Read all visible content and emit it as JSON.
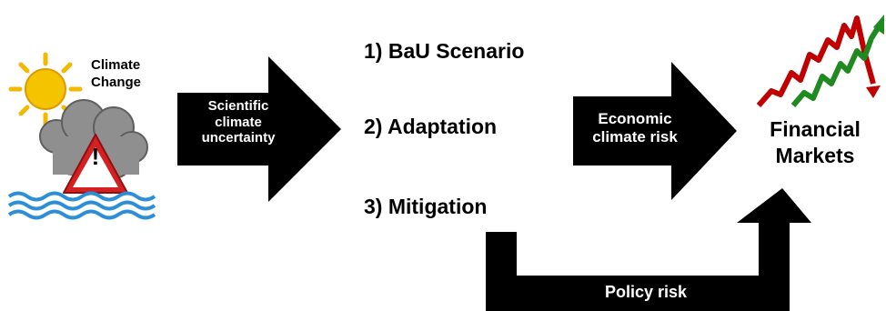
{
  "climate": {
    "label_line1": "Climate",
    "label_line2": "Change",
    "warning_mark": "!",
    "icons": [
      "sun-icon",
      "cloud-icon",
      "warning-triangle-icon",
      "water-waves-icon"
    ]
  },
  "arrows": {
    "scientific": {
      "line1": "Scientific",
      "line2": "climate",
      "line3": "uncertainty"
    },
    "economic": {
      "line1": "Economic",
      "line2": "climate risk"
    },
    "policy": {
      "label": "Policy risk"
    }
  },
  "scenarios": [
    "1) BaU Scenario",
    "2) Adaptation",
    "3) Mitigation"
  ],
  "markets": {
    "line1": "Financial",
    "line2": "Markets"
  },
  "colors": {
    "arrow": "#000000",
    "sun": "#f5b800",
    "cloud": "#8f8f8f",
    "warning_red": "#d42020",
    "water": "#2a8fd8",
    "market_red": "#c00000",
    "market_green": "#1f8a1f"
  }
}
